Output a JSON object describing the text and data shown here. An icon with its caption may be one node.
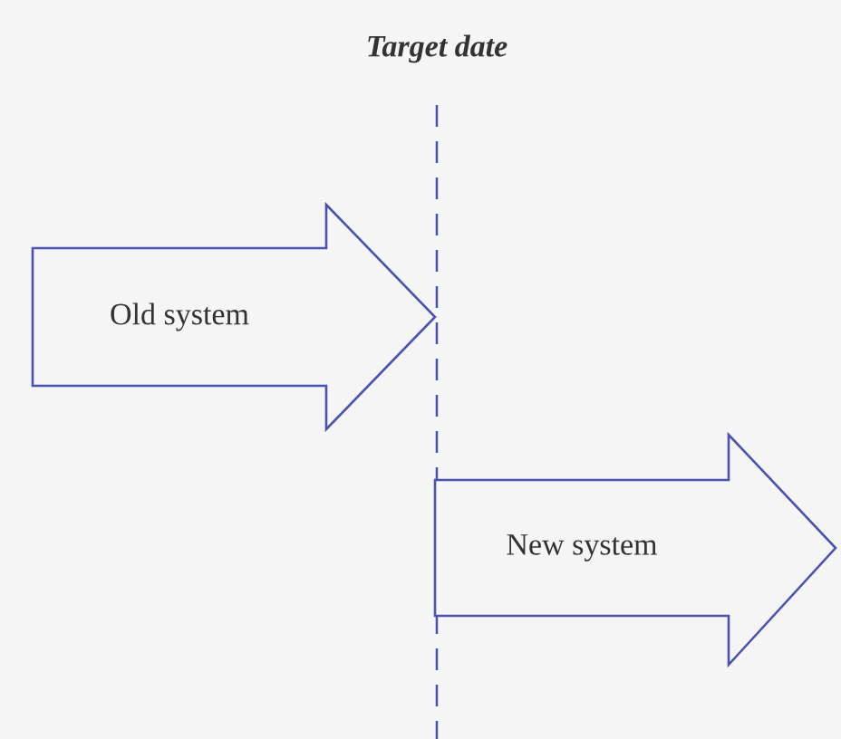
{
  "diagram": {
    "title": "Target date",
    "nodes": [
      {
        "text": [
          "Old system"
        ]
      },
      {
        "text": [
          "New system"
        ]
      }
    ]
  }
}
